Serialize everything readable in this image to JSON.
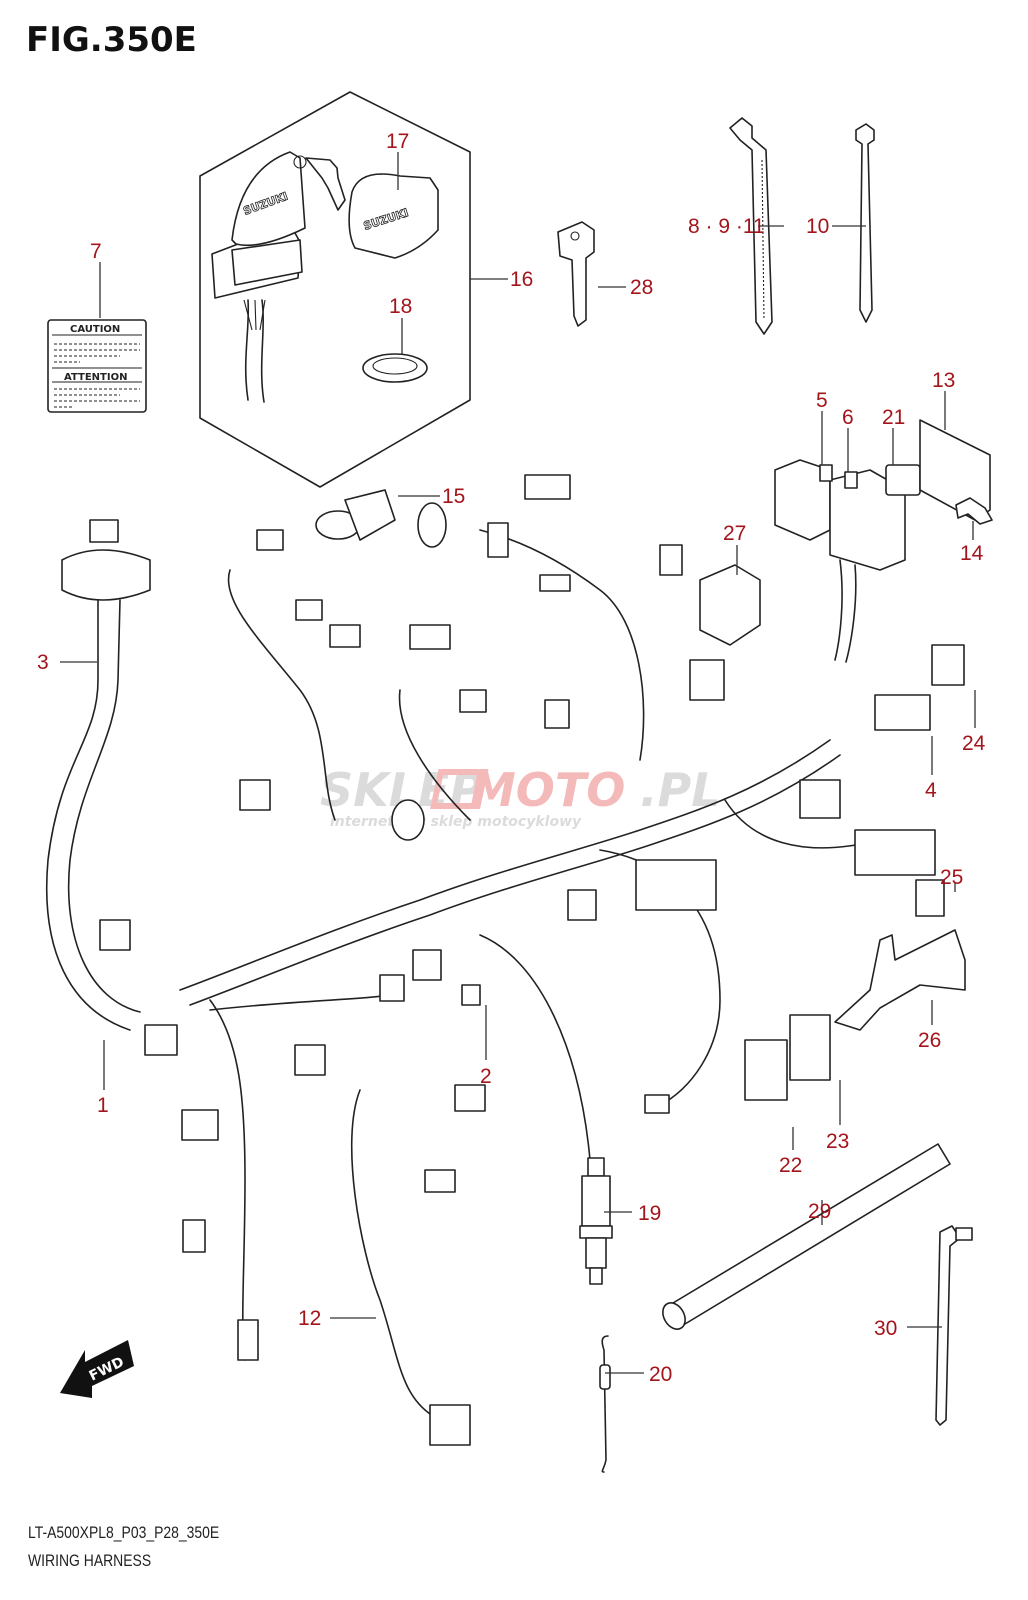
{
  "figure": {
    "title": "FIG.350E",
    "code": "LT-A500XPL8_P03_P28_350E",
    "name": "WIRING HARNESS",
    "callout_color": "#a3151b"
  },
  "label_sticker": {
    "heading_1": "CAUTION",
    "heading_2": "ATTENTION"
  },
  "brand_marks": {
    "key_logo": "SUZUKI",
    "cap_logo": "SUZUKI"
  },
  "direction_arrow": {
    "label": "FWD",
    "icon": "arrow-left-down-icon"
  },
  "watermark": {
    "main_a": "SKLEP",
    "main_b": "MOTO",
    "main_c": ".PL",
    "sub": "internetowy sklep motocyklowy"
  },
  "callouts": [
    {
      "id": "1",
      "text": "1",
      "part": "main-wiring-harness"
    },
    {
      "id": "2",
      "text": "2",
      "part": "connector-cap"
    },
    {
      "id": "3",
      "text": "3",
      "part": "handlebar-switch-harness"
    },
    {
      "id": "4",
      "text": "4",
      "part": "fuse-connector"
    },
    {
      "id": "5",
      "text": "5",
      "part": "fuse-a"
    },
    {
      "id": "6",
      "text": "6",
      "part": "fuse-b"
    },
    {
      "id": "7",
      "text": "7",
      "part": "caution-label"
    },
    {
      "id": "8",
      "text": "8 · 9 ·11",
      "part": "cable-ties"
    },
    {
      "id": "10",
      "text": "10",
      "part": "cable-tie"
    },
    {
      "id": "12",
      "text": "12",
      "part": "sub-harness"
    },
    {
      "id": "13",
      "text": "13",
      "part": "fuse-box-bracket"
    },
    {
      "id": "14",
      "text": "14",
      "part": "clamp"
    },
    {
      "id": "15",
      "text": "15",
      "part": "dc-socket"
    },
    {
      "id": "16",
      "text": "16",
      "part": "ignition-switch-assy"
    },
    {
      "id": "17",
      "text": "17",
      "part": "key-cap"
    },
    {
      "id": "18",
      "text": "18",
      "part": "lock-nut"
    },
    {
      "id": "19",
      "text": "19",
      "part": "oxygen-sensor"
    },
    {
      "id": "20",
      "text": "20",
      "part": "spring"
    },
    {
      "id": "21",
      "text": "21",
      "part": "relay"
    },
    {
      "id": "22",
      "text": "22",
      "part": "connector-cover-a"
    },
    {
      "id": "23",
      "text": "23",
      "part": "connector-cover-b"
    },
    {
      "id": "24",
      "text": "24",
      "part": "coupler"
    },
    {
      "id": "25",
      "text": "25",
      "part": "coupler-small"
    },
    {
      "id": "26",
      "text": "26",
      "part": "harness-plate"
    },
    {
      "id": "27",
      "text": "27",
      "part": "control-relay"
    },
    {
      "id": "28",
      "text": "28",
      "part": "blank-key"
    },
    {
      "id": "29",
      "text": "29",
      "part": "corrugated-tube"
    },
    {
      "id": "30",
      "text": "30",
      "part": "clip-tie"
    }
  ]
}
